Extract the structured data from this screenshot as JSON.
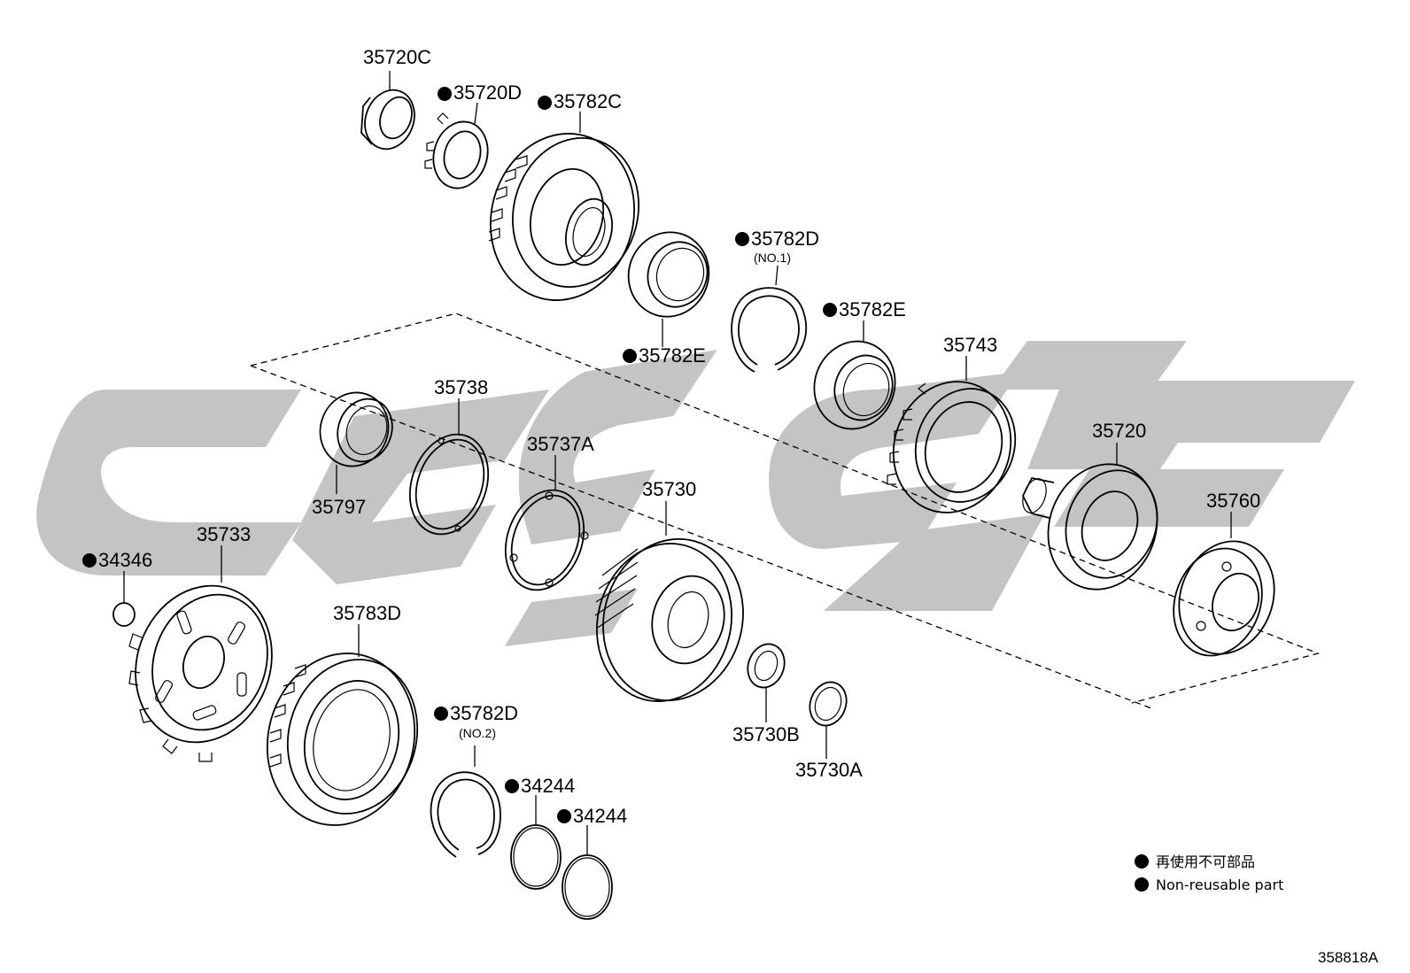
{
  "diagram": {
    "drawing_code": "358818A",
    "legend": {
      "jp_label": "再使用不可部品",
      "en_label": "Non-reusable part"
    },
    "parts": [
      {
        "id": "p35720C",
        "label": "35720C",
        "non_reusable": false,
        "note": ""
      },
      {
        "id": "p35720D",
        "label": "35720D",
        "non_reusable": true,
        "note": ""
      },
      {
        "id": "p35782C",
        "label": "35782C",
        "non_reusable": true,
        "note": ""
      },
      {
        "id": "p35782D1",
        "label": "35782D",
        "non_reusable": true,
        "note": "(NO.1)"
      },
      {
        "id": "p35782E1",
        "label": "35782E",
        "non_reusable": true,
        "note": ""
      },
      {
        "id": "p35782E2",
        "label": "35782E",
        "non_reusable": true,
        "note": ""
      },
      {
        "id": "p35743",
        "label": "35743",
        "non_reusable": false,
        "note": ""
      },
      {
        "id": "p35720",
        "label": "35720",
        "non_reusable": false,
        "note": ""
      },
      {
        "id": "p35760",
        "label": "35760",
        "non_reusable": false,
        "note": ""
      },
      {
        "id": "p35738",
        "label": "35738",
        "non_reusable": false,
        "note": ""
      },
      {
        "id": "p35737A",
        "label": "35737A",
        "non_reusable": false,
        "note": ""
      },
      {
        "id": "p35730",
        "label": "35730",
        "non_reusable": false,
        "note": ""
      },
      {
        "id": "p35797",
        "label": "35797",
        "non_reusable": false,
        "note": ""
      },
      {
        "id": "p35733",
        "label": "35733",
        "non_reusable": false,
        "note": ""
      },
      {
        "id": "p34346",
        "label": "34346",
        "non_reusable": true,
        "note": ""
      },
      {
        "id": "p35783D",
        "label": "35783D",
        "non_reusable": false,
        "note": ""
      },
      {
        "id": "p35782D2",
        "label": "35782D",
        "non_reusable": true,
        "note": "(NO.2)"
      },
      {
        "id": "p34244a",
        "label": "34244",
        "non_reusable": true,
        "note": ""
      },
      {
        "id": "p34244b",
        "label": "34244",
        "non_reusable": true,
        "note": ""
      },
      {
        "id": "p35730B",
        "label": "35730B",
        "non_reusable": false,
        "note": ""
      },
      {
        "id": "p35730A",
        "label": "35730A",
        "non_reusable": false,
        "note": ""
      }
    ]
  }
}
